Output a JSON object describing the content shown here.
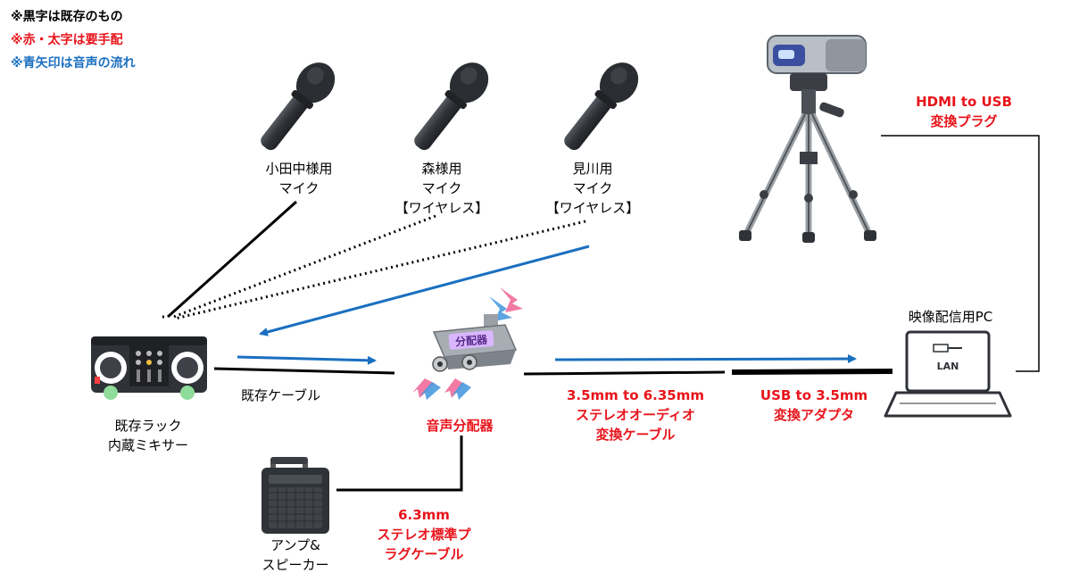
{
  "legend": {
    "black_note": "※黒字は既存のもの",
    "red_note": "※赤・太字は要手配",
    "blue_note": "※青矢印は音声の流れ"
  },
  "colors": {
    "required": "#e8141b",
    "audio_flow": "#1a6fc0",
    "existing": "#000000",
    "device_body": "#2f3237"
  },
  "labels": {
    "mic1": "小田中様用\nマイク",
    "mic2": "森様用\nマイク\n【ワイヤレス】",
    "mic3": "見川用\nマイク\n【ワイヤレス】",
    "mixer": "既存ラック\n内蔵ミキサー",
    "existing_cable": "既存ケーブル",
    "splitter": "音声分配器",
    "splitter_device_text": "分配器",
    "amp": "アンプ&\nスピーカー",
    "cable_63": "6.3mm\nステレオ標準プ\nラグケーブル",
    "cable_35_635": "3.5mm to 6.35mm\nステレオオーディオ\n変換ケーブル",
    "usb_adapter": "USB to 3.5mm\n変換アダプタ",
    "hdmi_usb": "HDMI to USB\n変換プラグ",
    "pc": "映像配信用PC",
    "pc_screen_text": "LAN"
  },
  "icons": {
    "mic": "handheld-microphone-icon",
    "camera": "video-camera-on-tripod-icon",
    "mixer": "dj-mixer-rack-icon",
    "splitter": "audio-splitter-icon",
    "amp": "guitar-amp-speaker-icon",
    "pc": "laptop-pc-icon"
  }
}
